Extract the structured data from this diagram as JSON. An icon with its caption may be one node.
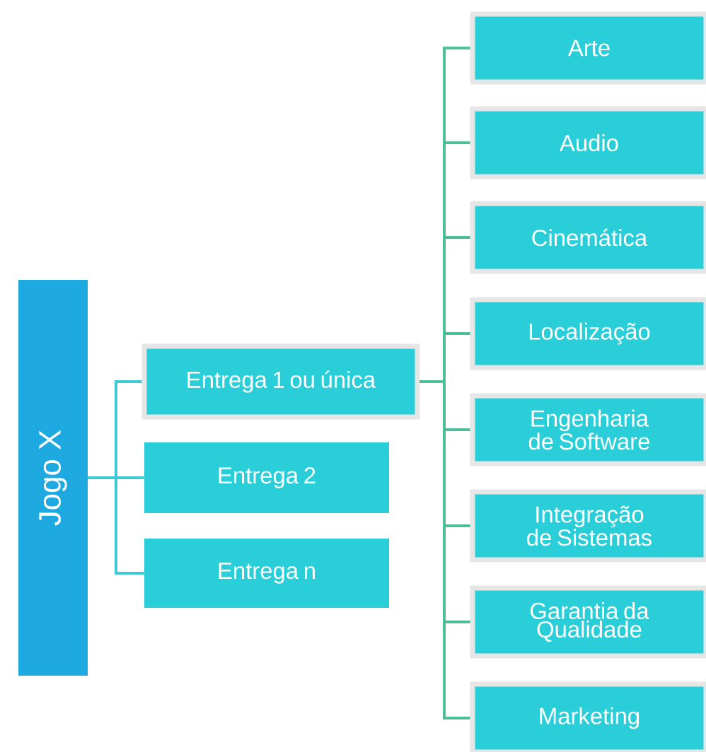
{
  "diagram": {
    "nodes": [
      {
        "text": [
          "Jogo X"
        ]
      },
      {
        "text": [
          "Entrega 1 ou única"
        ]
      },
      {
        "text": [
          "Entrega 2"
        ]
      },
      {
        "text": [
          "Entrega n"
        ]
      },
      {
        "text": [
          "Arte"
        ]
      },
      {
        "text": [
          "Audio"
        ]
      },
      {
        "text": [
          "Cinemática"
        ]
      },
      {
        "text": [
          "Localização"
        ]
      },
      {
        "text": [
          "Engenharia de Software"
        ]
      },
      {
        "text": [
          "Integração de Sistemas"
        ]
      },
      {
        "text": [
          "Garantia da Qualidade"
        ]
      },
      {
        "text": [
          "Marketing"
        ]
      }
    ],
    "edges": [
      {
        "from": 0,
        "to": 1,
        "arrow": "none",
        "color": "#3fc9d5"
      },
      {
        "from": 0,
        "to": 2,
        "arrow": "none",
        "color": "#3fc9d5"
      },
      {
        "from": 0,
        "to": 3,
        "arrow": "none",
        "color": "#3fc9d5"
      },
      {
        "from": 1,
        "to": 4,
        "arrow": "none"
      },
      {
        "from": 1,
        "to": 5,
        "arrow": "none"
      },
      {
        "from": 1,
        "to": 6,
        "arrow": "none"
      },
      {
        "from": 1,
        "to": 7,
        "arrow": "none"
      },
      {
        "from": 1,
        "to": 8,
        "arrow": "none"
      },
      {
        "from": 1,
        "to": 9,
        "arrow": "none"
      },
      {
        "from": 1,
        "to": 10,
        "arrow": "none"
      },
      {
        "from": 1,
        "to": 11,
        "arrow": "none"
      }
    ]
  }
}
